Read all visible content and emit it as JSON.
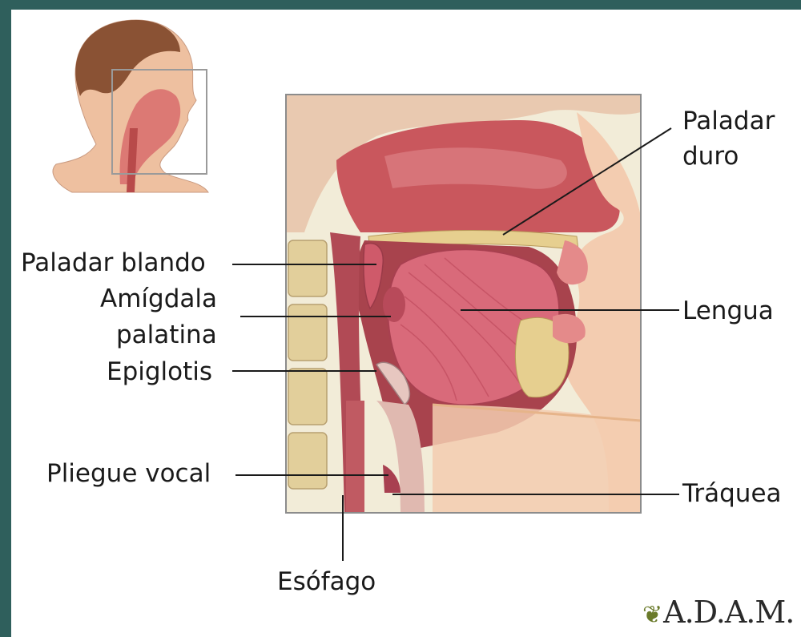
{
  "labels": {
    "paladar_duro_1": "Paladar",
    "paladar_duro_2": "duro",
    "paladar_blando": "Paladar blando",
    "amigdala_1": "Amígdala",
    "amigdala_2": "palatina",
    "epiglotis": "Epiglotis",
    "lengua": "Lengua",
    "pliegue_vocal": "Pliegue vocal",
    "traquea": "Tráquea",
    "esofago": "Esófago"
  },
  "logo": {
    "text": "A.D.A.M."
  },
  "colors": {
    "background": "#2f5f5c",
    "tissue": "#c4505a",
    "tongue": "#d8697a",
    "bone": "#e8d49a",
    "skin": "#f0c8a8"
  }
}
